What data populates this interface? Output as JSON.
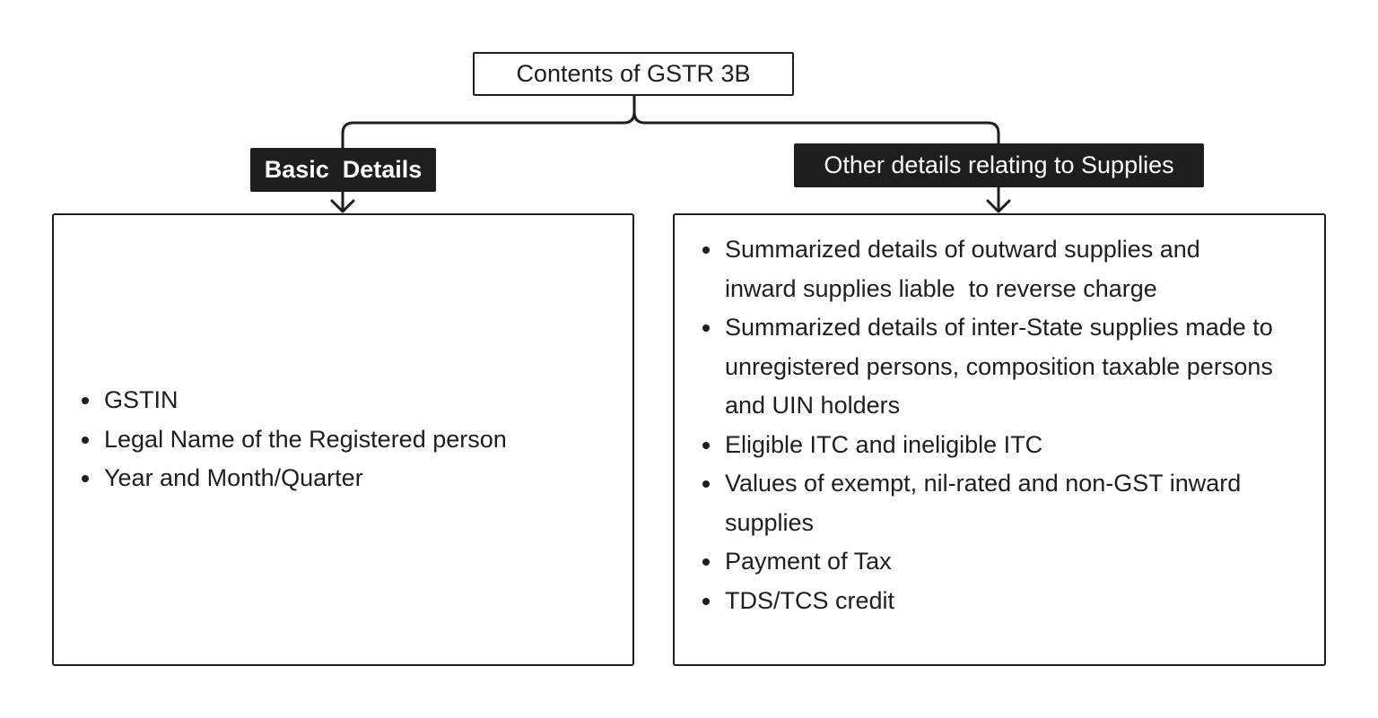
{
  "diagram": {
    "root": {
      "label": "Contents of GSTR 3B"
    },
    "branches": [
      {
        "label": "Basic  Details",
        "items": [
          "GSTIN",
          "Legal Name of the Registered person",
          "Year and Month/Quarter"
        ]
      },
      {
        "label": "Other details relating to Supplies",
        "items": [
          "Summarized details of outward supplies and inward supplies liable  to reverse charge",
          "Summarized details of inter-State supplies made to unregistered persons, composition taxable persons and UIN holders",
          "Eligible ITC and ineligible ITC",
          "Values of exempt, nil-rated and non-GST inward supplies",
          "Payment of Tax",
          "TDS/TCS credit"
        ]
      }
    ]
  },
  "colors": {
    "ink": "#1e1e1e",
    "background": "#ffffff",
    "label_text": "#ffffff"
  }
}
